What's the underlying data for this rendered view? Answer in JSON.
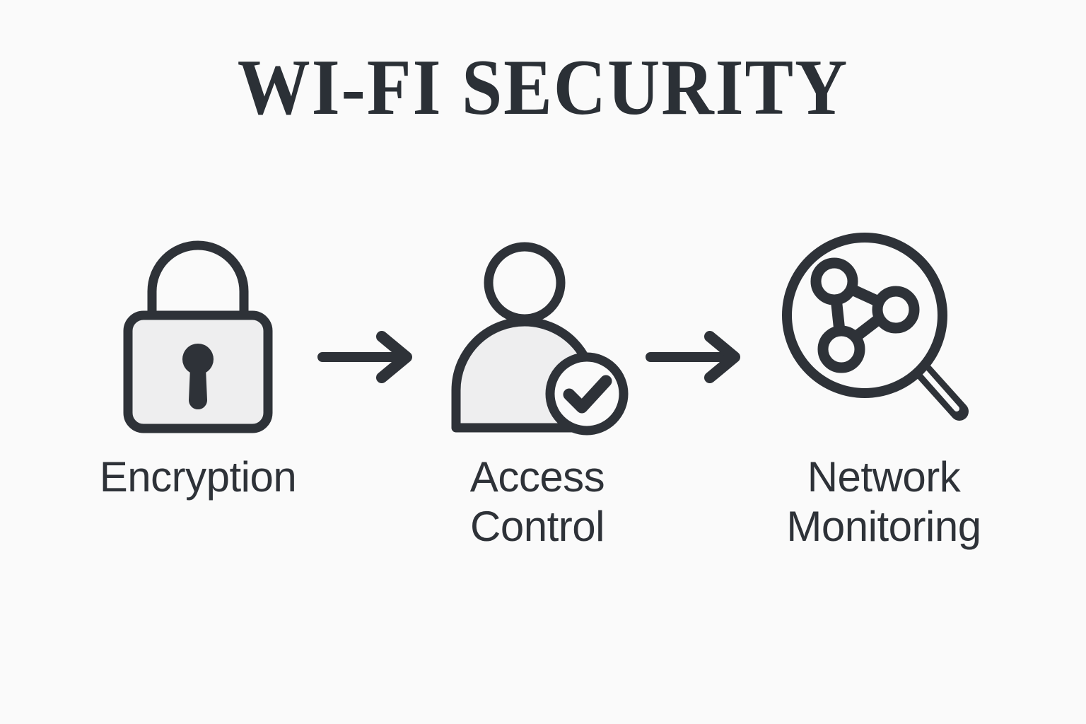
{
  "page": {
    "title": "WI-FI SECURITY",
    "background_color": "#fafafa",
    "ink_color": "#2e3238",
    "title_color": "#2b3036",
    "fill_color": "#eeeeef"
  },
  "flow": {
    "steps": [
      {
        "id": "encryption",
        "icon": "padlock-icon",
        "label_lines": [
          "Encryption"
        ]
      },
      {
        "id": "access-control",
        "icon": "user-verified-icon",
        "label_lines": [
          "Access",
          "Control"
        ]
      },
      {
        "id": "network-monitoring",
        "icon": "network-magnifier-icon",
        "label_lines": [
          "Network",
          "Monitoring"
        ]
      }
    ],
    "connectors": [
      {
        "id": "arrow-1",
        "icon": "arrow-right-icon"
      },
      {
        "id": "arrow-2",
        "icon": "arrow-right-icon"
      }
    ]
  }
}
